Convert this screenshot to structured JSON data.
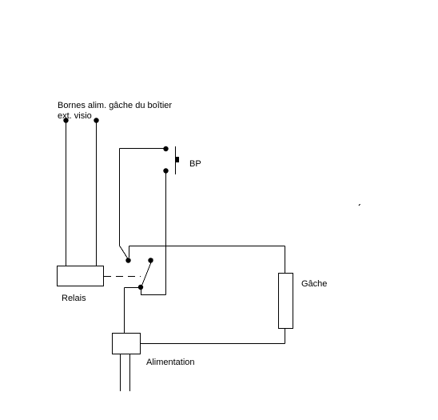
{
  "labels": {
    "terminals_line1": "Bornes alim. gâche du boîtier",
    "terminals_line2": "ext. visio",
    "push_button": "BP",
    "relay": "Relais",
    "strike": "Gâche",
    "power_supply": "Alimentation"
  },
  "colors": {
    "background": "#ffffff",
    "ink": "#000000"
  }
}
